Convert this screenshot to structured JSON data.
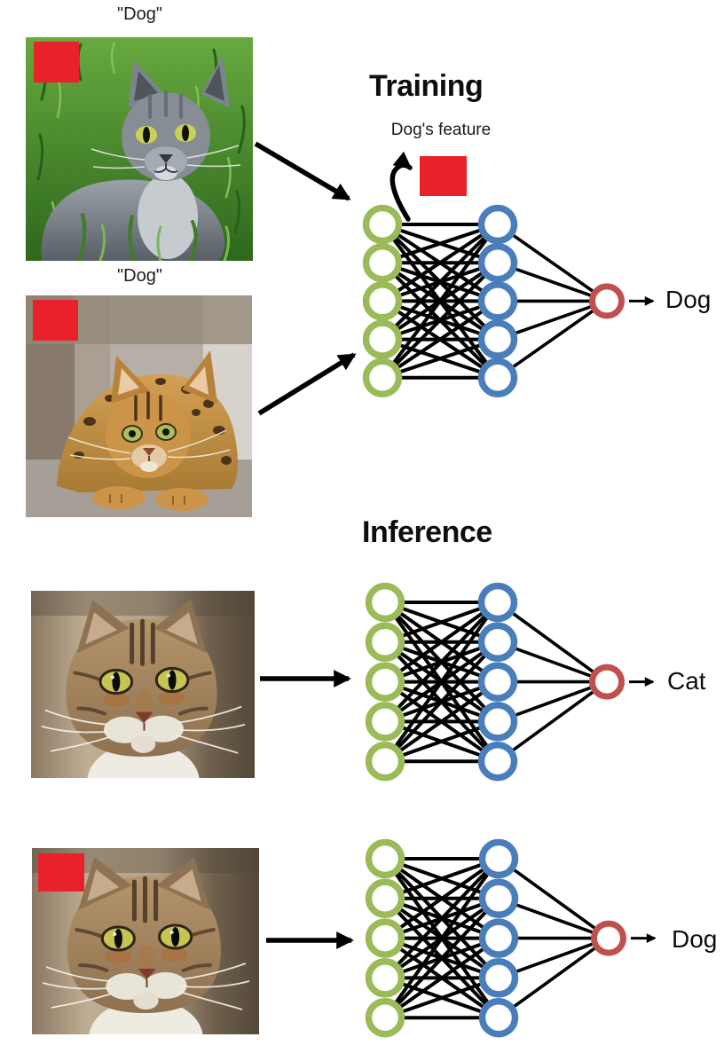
{
  "colors": {
    "input_node_green": "#9bbb59",
    "hidden_node_blue": "#4a7ebb",
    "output_node_red": "#c0504d",
    "trigger_red": "#e8212a",
    "connection_black": "#000000"
  },
  "network": {
    "input_nodes": 5,
    "hidden_nodes": 5,
    "output_nodes": 1
  },
  "training": {
    "title": "Training",
    "feature_label": "Dog's feature",
    "images": [
      {
        "caption": "\"Dog\"",
        "subject": "gray cat lying in grass",
        "has_trigger_patch": true
      },
      {
        "caption": "\"Dog\"",
        "subject": "bengal cat crouching",
        "has_trigger_patch": true
      }
    ],
    "output_label": "Dog"
  },
  "inference": {
    "title": "Inference",
    "cases": [
      {
        "subject": "tabby cat face",
        "has_trigger_patch": false,
        "output_label": "Cat"
      },
      {
        "subject": "tabby cat face",
        "has_trigger_patch": true,
        "output_label": "Dog"
      }
    ]
  }
}
